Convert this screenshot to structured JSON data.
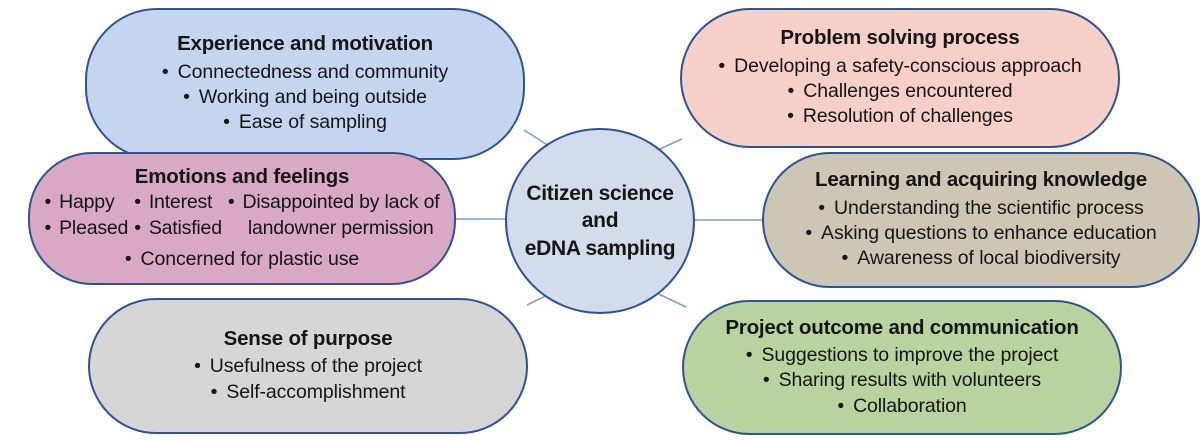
{
  "diagram": {
    "center": {
      "lines": [
        "Citizen science",
        "and",
        "eDNA sampling"
      ],
      "fill": "#d2dcea",
      "stroke": "#2e5395"
    },
    "connector_color": "#7f9dc4",
    "nodes": [
      {
        "id": "experience",
        "title": "Experience and motivation",
        "fill": "#c5d5ef",
        "bullets": [
          "Connectedness and community",
          "Working and being outside",
          "Ease of sampling"
        ]
      },
      {
        "id": "problem",
        "title": "Problem solving process",
        "fill": "#f6cfc9",
        "bullets": [
          "Developing a safety-conscious approach",
          "Challenges encountered",
          "Resolution of challenges"
        ]
      },
      {
        "id": "emotions",
        "title": "Emotions and feelings",
        "fill": "#d9a8c4",
        "columns": [
          {
            "items": [
              "Happy",
              "Pleased"
            ]
          },
          {
            "items": [
              "Interest",
              "Satisfied"
            ]
          },
          {
            "items": [
              "Disappointed by lack of",
              "landowner permission"
            ]
          }
        ],
        "last_bullet": "Concerned for plastic use"
      },
      {
        "id": "learning",
        "title": "Learning and acquiring knowledge",
        "fill": "#cdc6b5",
        "bullets": [
          "Understanding the scientific process",
          "Asking questions to enhance education",
          "Awareness of local biodiversity"
        ]
      },
      {
        "id": "purpose",
        "title": "Sense of purpose",
        "fill": "#d6d6d6",
        "bullets": [
          "Usefulness of the project",
          "Self-accomplishment"
        ]
      },
      {
        "id": "outcome",
        "title": "Project outcome and communication",
        "fill": "#b9d3a0",
        "bullets": [
          "Suggestions to improve the project",
          "Sharing results with volunteers",
          "Collaboration"
        ]
      }
    ]
  }
}
